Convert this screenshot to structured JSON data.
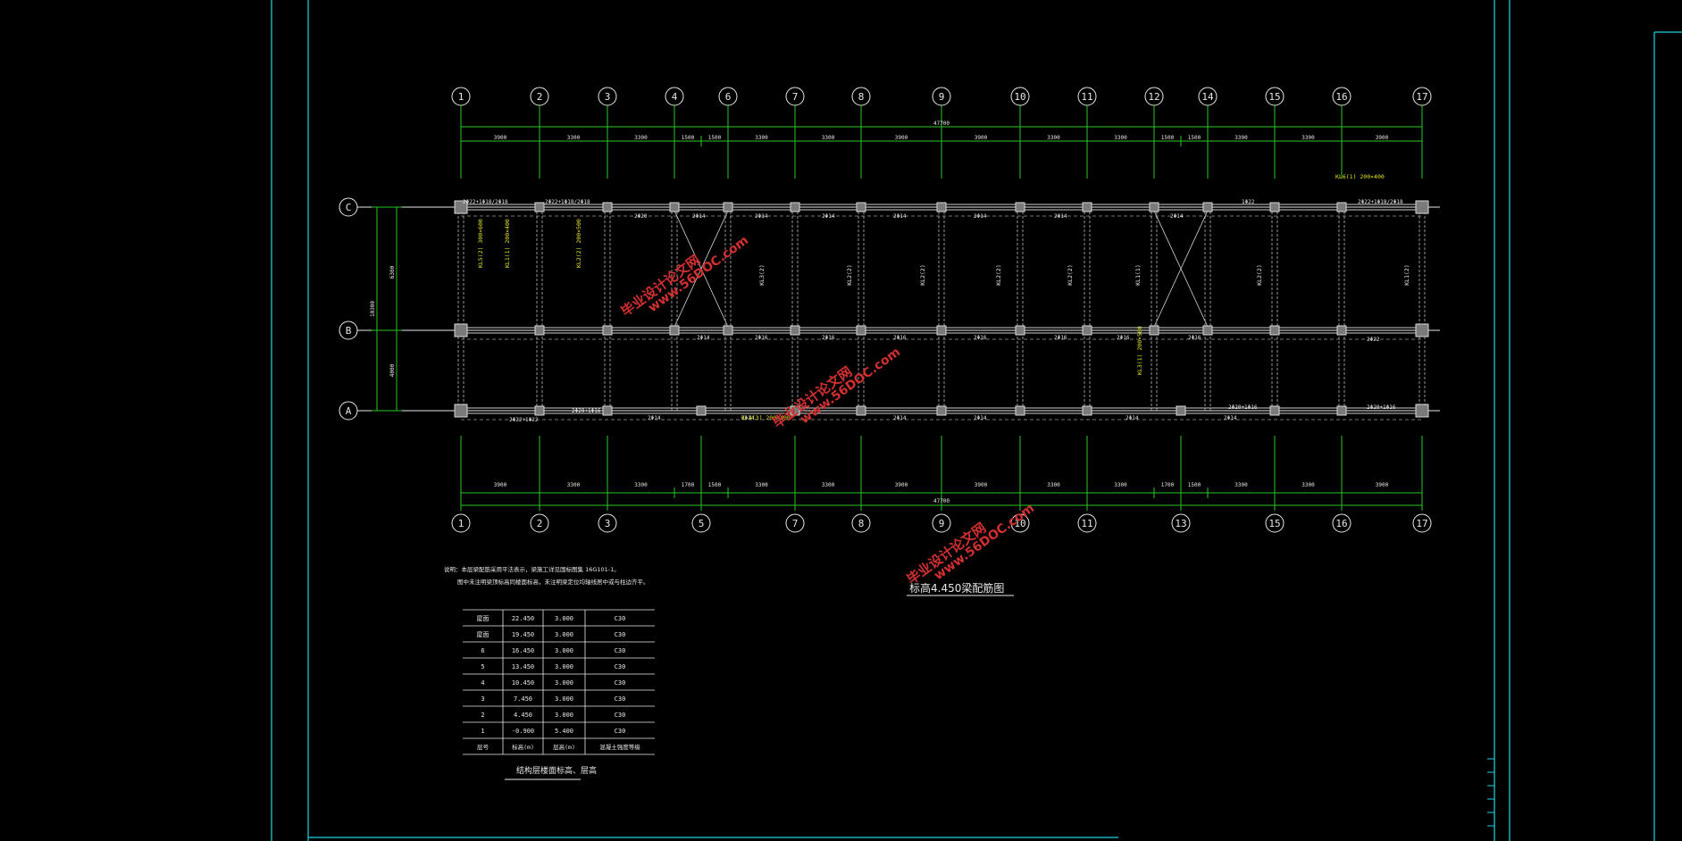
{
  "colors": {
    "background": "#000000",
    "frame": "#17d6e0",
    "grid": "#28c828",
    "beam": "#e8e8e8",
    "column": "#8a8a8a",
    "dim": "#28c828",
    "label": "#e8e8e8",
    "annotation": "#e0e020",
    "watermark": "#d23030"
  },
  "axes_top": [
    "1",
    "2",
    "3",
    "4",
    "6",
    "7",
    "8",
    "9",
    "10",
    "11",
    "12",
    "14",
    "15",
    "16",
    "17"
  ],
  "axes_bottom": [
    "1",
    "2",
    "3",
    "5",
    "7",
    "8",
    "9",
    "10",
    "11",
    "13",
    "15",
    "16",
    "17"
  ],
  "axes_left": [
    "C",
    "B",
    "A"
  ],
  "dims_top": [
    "3900",
    "3300",
    "3300",
    "1500",
    "1500",
    "3300",
    "3300",
    "3900",
    "3900",
    "3300",
    "3300",
    "1500",
    "1500",
    "3300",
    "3300",
    "3900"
  ],
  "dims_bottom": [
    "3900",
    "3300",
    "3300",
    "1700",
    "1500",
    "3300",
    "3300",
    "3900",
    "3900",
    "3300",
    "3300",
    "1700",
    "1500",
    "3300",
    "3300",
    "3900"
  ],
  "total_dim": "47700",
  "dims_left": [
    "6300",
    "4000"
  ],
  "total_left": "10300",
  "notes": {
    "line1": "说明：本层梁配筋采用平法表示，梁施工详见国标图集 16G101-1。",
    "line2": "图中未注明梁顶标高同楼面标高，未注明梁定位均轴线居中或与柱边齐平。"
  },
  "table": {
    "rows": [
      [
        "屋面",
        "22.450",
        "3.000",
        "C30"
      ],
      [
        "屋面",
        "19.450",
        "3.000",
        "C30"
      ],
      [
        "6",
        "16.450",
        "3.000",
        "C30"
      ],
      [
        "5",
        "13.450",
        "3.000",
        "C30"
      ],
      [
        "4",
        "10.450",
        "3.000",
        "C30"
      ],
      [
        "3",
        "7.450",
        "3.000",
        "C30"
      ],
      [
        "2",
        "4.450",
        "3.000",
        "C30"
      ],
      [
        "1",
        "-0.900",
        "5.400",
        "C30"
      ]
    ],
    "header": [
      "层号",
      "标高(m)",
      "层高(m)",
      "混凝土强度等级"
    ],
    "caption": "结构层楼面标高、层高"
  },
  "plan_caption": "标高4.450梁配筋图",
  "watermark": {
    "line1": "毕业设计论文网",
    "line2": "www.56DOC.com"
  },
  "beam_labels": [
    "2Φ22+1Φ18/2Φ18",
    "2Φ22+1Φ18/2Φ18",
    "2Φ20",
    "2Φ14",
    "2Φ14",
    "2Φ14",
    "2Φ14",
    "2Φ14",
    "2Φ14",
    "2Φ14",
    "1Φ22",
    "2Φ22+1Φ18/2Φ18",
    "2Φ14",
    "2Φ16",
    "2Φ16",
    "2Φ16",
    "2Φ16",
    "2Φ16",
    "2Φ16",
    "2Φ16",
    "2Φ22",
    "2Φ22+1Φ22",
    "2Φ20+1Φ16",
    "2Φ14",
    "2Φ14",
    "2Φ14",
    "2Φ14",
    "2Φ14",
    "2Φ14",
    "2Φ20+1Φ16",
    "2Φ20+1Φ16"
  ],
  "yellow_labels": [
    "KL5(2) 300×600",
    "KL1(1) 200×400",
    "KL2(2) 200×500",
    "KL4(3) 200×400",
    "KL6(1) 200×400",
    "KL3(1) 200×500"
  ],
  "vertical_beam_labels": [
    "KL3(2)",
    "KL2(2)",
    "KL2(2)",
    "KL2(2)",
    "KL2(2)",
    "KL1(1)",
    "KL2(2)",
    "KL1(2)"
  ]
}
